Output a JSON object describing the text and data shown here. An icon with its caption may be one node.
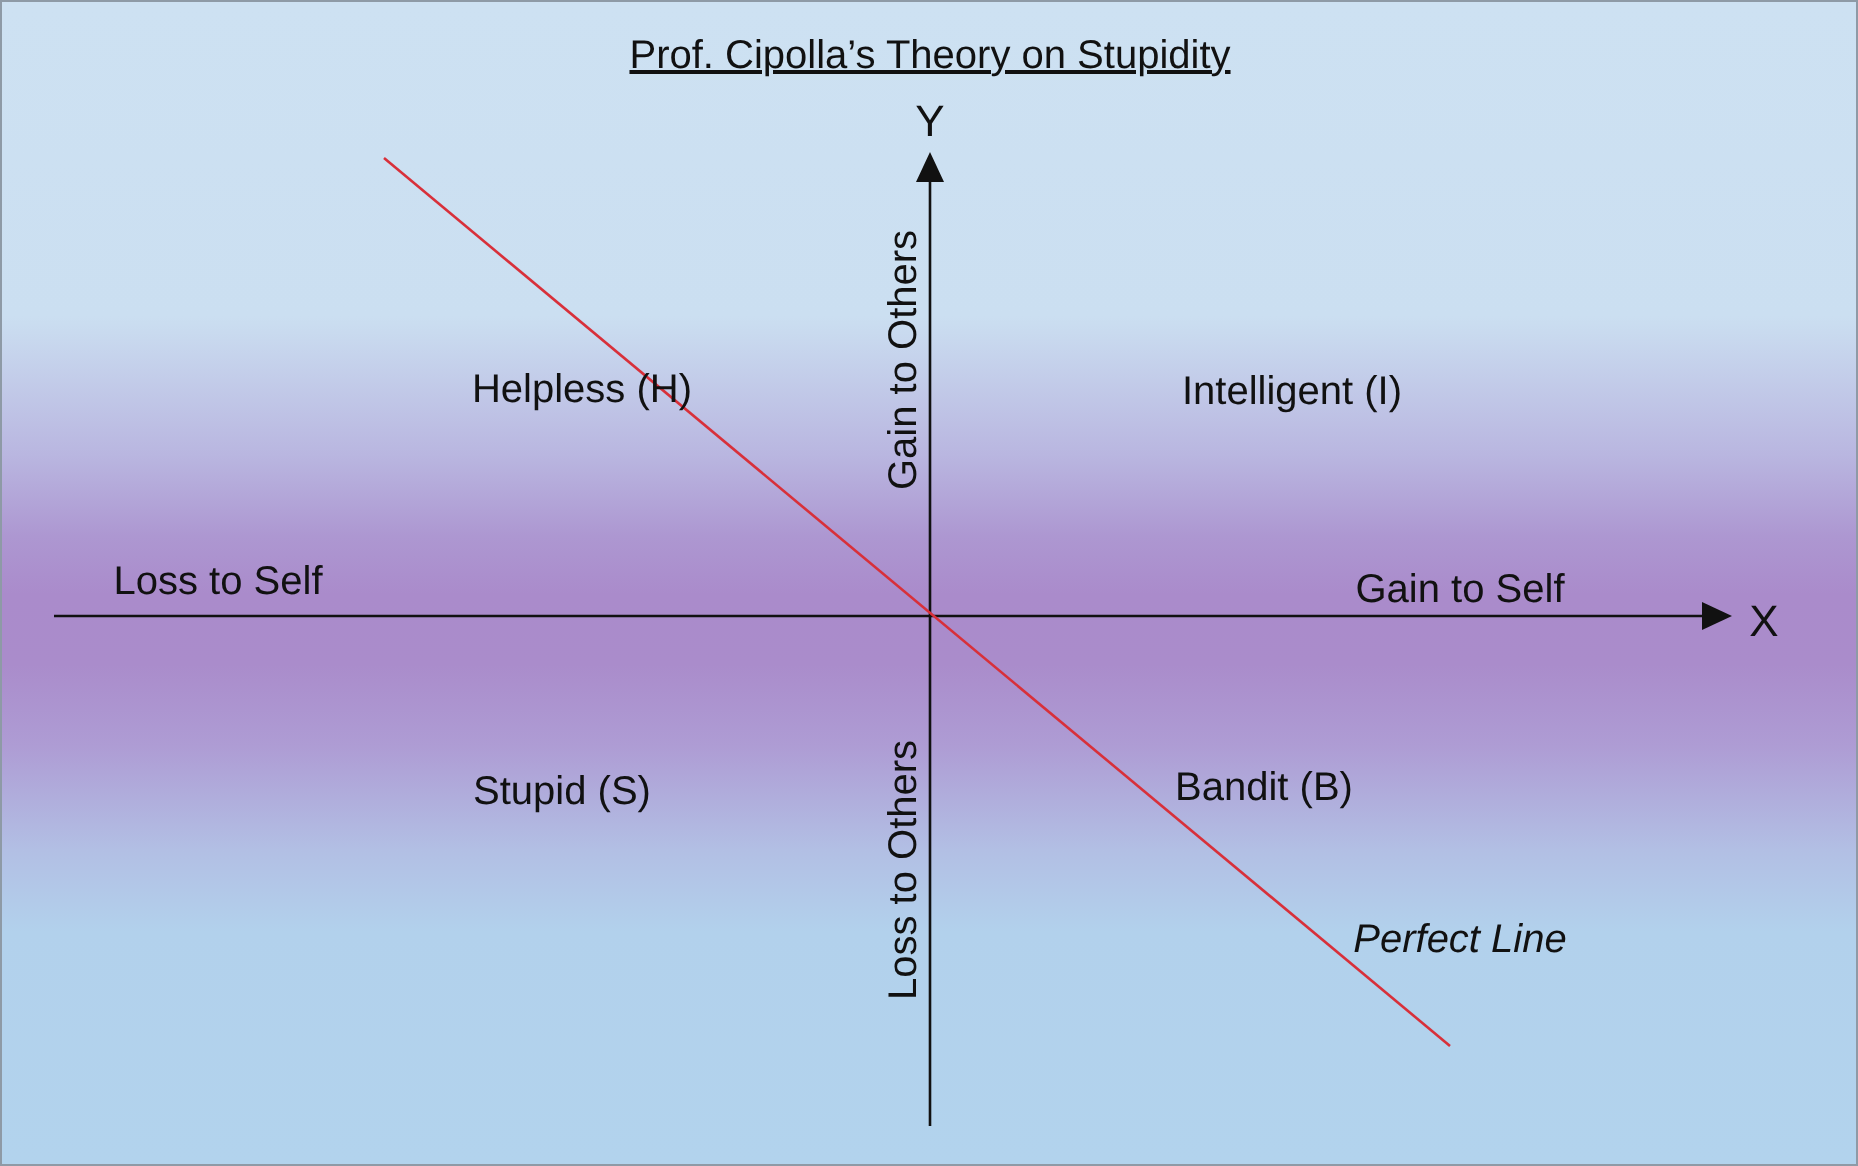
{
  "diagram": {
    "title": "Prof. Cipolla’s Theory on Stupidity",
    "labels": [
      "Y",
      "Helpless (H)",
      "Gain to Others",
      "Intelligent (I)",
      "Loss to Self",
      "Gain to Self",
      "X",
      "Stupid (S)",
      "Bandit (B)",
      "Loss to Others",
      "Perfect Line"
    ]
  }
}
